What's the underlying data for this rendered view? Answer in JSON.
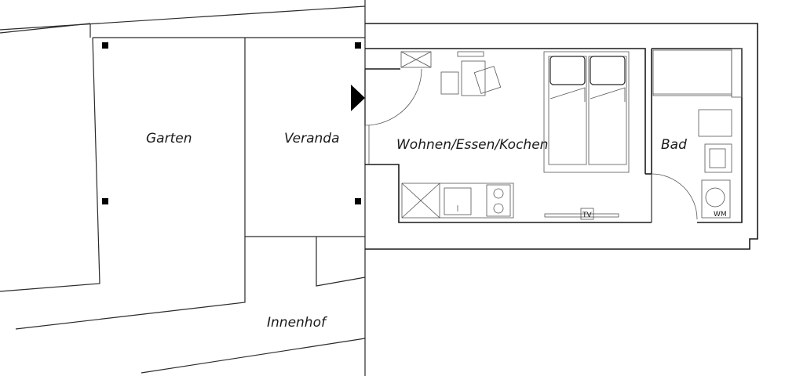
{
  "plan": {
    "rooms": {
      "garten": "Garten",
      "veranda": "Veranda",
      "wohnen": "Wohnen/Essen/Kochen",
      "bad": "Bad",
      "innenhof": "Innenhof"
    },
    "fixtures": {
      "tv": "TV",
      "wm": "WM"
    },
    "colors": {
      "line": "#2a2a2a",
      "background": "#ffffff",
      "marker": "#000000"
    }
  }
}
